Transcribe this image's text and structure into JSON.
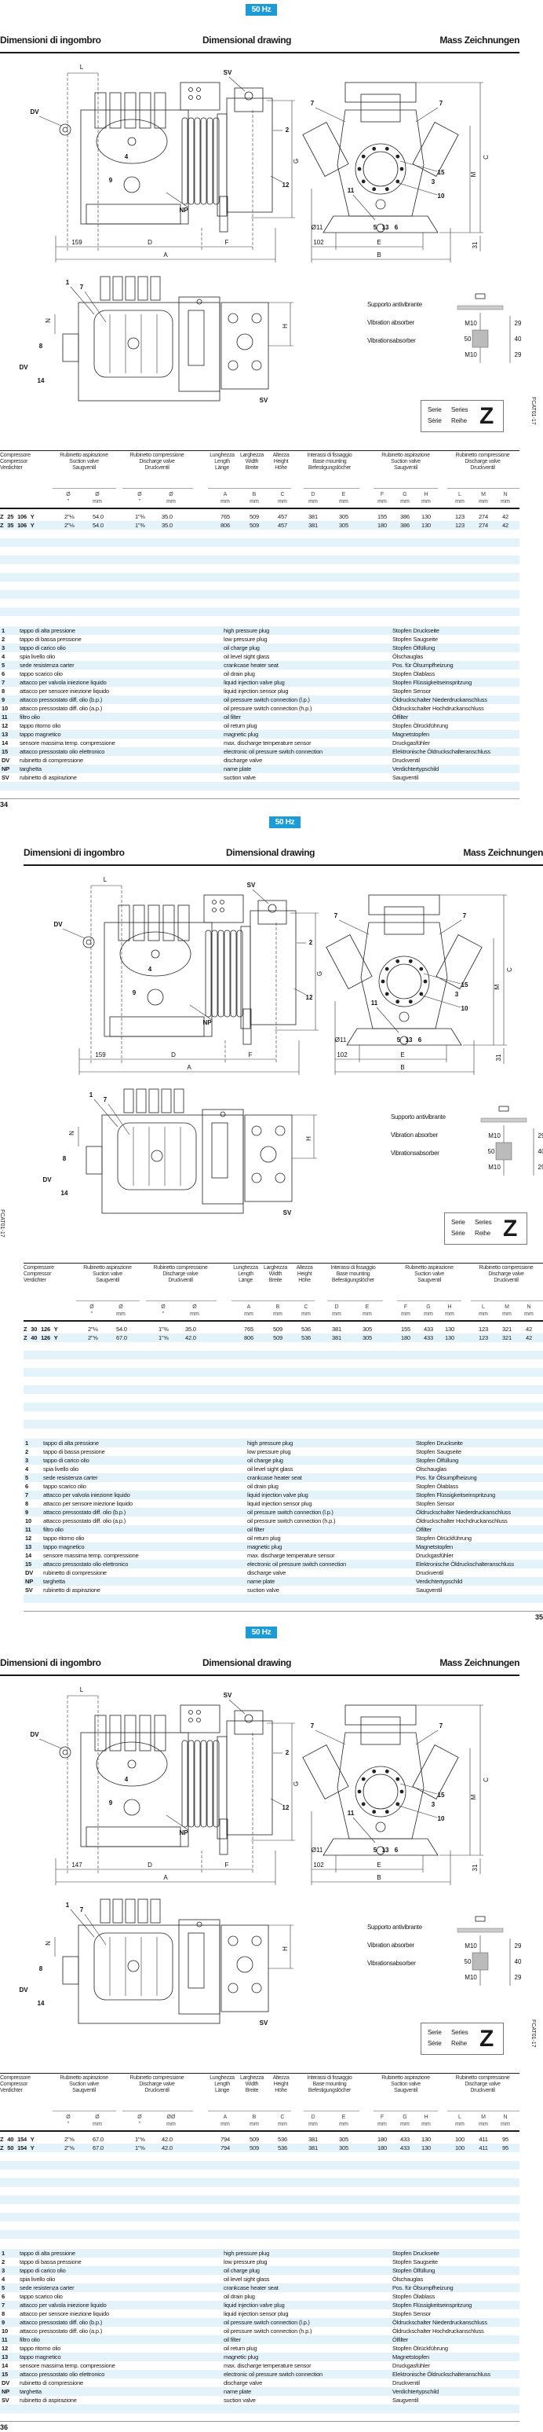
{
  "badge": "50 Hz",
  "header": {
    "it": "Dimensioni di ingombro",
    "en": "Dimensional drawing",
    "de": "Mass  Zeichnungen"
  },
  "drawing": {
    "side_labels": [
      "L",
      "SV",
      "DV",
      "2",
      "G",
      "4",
      "9",
      "12",
      "NP",
      "D",
      "F",
      "A"
    ],
    "front_labels": [
      "7",
      "7",
      "15",
      "3",
      "10",
      "11",
      "5",
      "13",
      "6",
      "C",
      "M",
      "Ø11",
      "102",
      "E",
      "B",
      "31"
    ],
    "top_labels": [
      "1",
      "7",
      "8",
      "14",
      "N",
      "H",
      "DV",
      "SV"
    ]
  },
  "absorber": {
    "it": "Supporto antivibrante",
    "en": "Vibration absorber",
    "de": "Vibrationsabsorber",
    "thread_top": "M10",
    "height": "50",
    "thread_bottom": "M10",
    "dim_top": "29",
    "dim_mid": "40",
    "dim_bottom": "29"
  },
  "series": {
    "it": "Serie",
    "en": "Series",
    "fr": "Série",
    "de": "Reihe",
    "letter": "Z"
  },
  "doc_code": "FCAT01-17",
  "table_header": {
    "groups": [
      [
        "Compressore",
        "Compressor",
        "Verdichter"
      ],
      [
        "Rubinetto aspirazione",
        "Suction valve",
        "Saugventil"
      ],
      [
        "Rubinetto compressione",
        "Discharge valve",
        "Druckventil"
      ],
      [
        "Lunghezza",
        "Length",
        "Länge"
      ],
      [
        "Larghezza",
        "Width",
        "Breite"
      ],
      [
        "Altezza",
        "Height",
        "Höhe"
      ],
      [
        "Interassi di fissaggio",
        "Base mounting",
        "Befestigungslöcher"
      ],
      [
        "Rubinetto aspirazione",
        "Suction valve",
        "Saugventil"
      ],
      [
        "Rubinetto compressione",
        "Discharge valve",
        "Druckventil"
      ]
    ],
    "symbols": [
      "Ø",
      "Ø",
      "Ø",
      "Ø",
      "A",
      "B",
      "C",
      "D",
      "E",
      "F",
      "G",
      "H",
      "L",
      "M",
      "N"
    ],
    "units": [
      "\"",
      "mm",
      "\"",
      "mm",
      "mm",
      "mm",
      "mm",
      "mm",
      "mm",
      "mm",
      "mm",
      "mm",
      "mm",
      "mm",
      "mm"
    ]
  },
  "legend": [
    {
      "key": "1",
      "it": "tappo di alta pressione",
      "en": "high pressure plug",
      "de": "Stopfen Druckseite"
    },
    {
      "key": "2",
      "it": "tappo di bassa pressione",
      "en": "low pressure plug",
      "de": "Stopfen Saugseite"
    },
    {
      "key": "3",
      "it": "tappo di carico olio",
      "en": "oil charge plug",
      "de": "Stopfen Ölfüllung"
    },
    {
      "key": "4",
      "it": "spia livello olio",
      "en": "oil level sight glass",
      "de": "Ölschauglas"
    },
    {
      "key": "5",
      "it": "sede resistenza carter",
      "en": "crankcase heater seat",
      "de": "Pos. für Ölsumpfheizung"
    },
    {
      "key": "6",
      "it": "tappo scarico olio",
      "en": "oil drain plug",
      "de": "Stopfen Ölablass"
    },
    {
      "key": "7",
      "it": "attacco per valvola iniezione liquido",
      "en": "liquid injection valve plug",
      "de": "Stopfen Flüssigkeitseinspritzung"
    },
    {
      "key": "8",
      "it": "attacco per sensore iniezione liquido",
      "en": "liquid injection sensor plug",
      "de": "Stopfen Sensor"
    },
    {
      "key": "9",
      "it": "attacco pressostato diff. olio (b.p.)",
      "en": "oil pressure switch connection (l.p.)",
      "de": "Öldruckschalter Niederdruckanschluss"
    },
    {
      "key": "10",
      "it": "attacco pressostato diff. olio (a.p.)",
      "en": "oil pressure switch connection (h.p.)",
      "de": "Öldruckschalter Hochdruckanschluss"
    },
    {
      "key": "11",
      "it": "filtro olio",
      "en": "oil filter",
      "de": "Ölfilter"
    },
    {
      "key": "12",
      "it": "tappo ritorno olio",
      "en": "oil return plug",
      "de": "Stopfen Ölrückführung"
    },
    {
      "key": "13",
      "it": "tappo magnetico",
      "en": "magnetic plug",
      "de": "Magnetstopfen"
    },
    {
      "key": "14",
      "it": "sensore massima temp. compressione",
      "en": "max. discharge temperature sensor",
      "de": "Druckgasfühler"
    },
    {
      "key": "15",
      "it": "attacco pressostato olio elettronico",
      "en": "electronic oil pressure switch connection",
      "de": "Elektronische Öldruckschalteranschluss"
    },
    {
      "key": "DV",
      "it": "rubinetto di compressione",
      "en": "discharge valve",
      "de": "Druckventil"
    },
    {
      "key": "NP",
      "it": "targhetta",
      "en": "name plate",
      "de": "Verdichtertypschild"
    },
    {
      "key": "SV",
      "it": "rubinetto di aspirazione",
      "en": "suction valve",
      "de": "Saugventil"
    }
  ],
  "pages": [
    {
      "page_number": "34",
      "offset_dim": "159",
      "discharge_mm_symbol": "Ø",
      "rows": [
        {
          "model": "Z  25  106  Y",
          "values": [
            "2\"⅛",
            "54.0",
            "1\"⅜",
            "35.0",
            "765",
            "509",
            "457",
            "381",
            "305",
            "155",
            "386",
            "130",
            "123",
            "274",
            "42"
          ]
        },
        {
          "model": "Z  35  106  Y",
          "values": [
            "2\"⅛",
            "54.0",
            "1\"⅜",
            "35.0",
            "806",
            "509",
            "457",
            "381",
            "305",
            "180",
            "386",
            "130",
            "123",
            "274",
            "42"
          ]
        }
      ]
    },
    {
      "page_number": "35",
      "offset_dim": "159",
      "discharge_mm_symbol": "Ø",
      "rows": [
        {
          "model": "Z  30  126  Y",
          "values": [
            "2\"⅛",
            "54.0",
            "1\"⅜",
            "35.0",
            "765",
            "509",
            "536",
            "381",
            "305",
            "155",
            "433",
            "130",
            "123",
            "321",
            "42"
          ]
        },
        {
          "model": "Z  40  126  Y",
          "values": [
            "2\"⅝",
            "67.0",
            "1\"⅝",
            "42.0",
            "806",
            "509",
            "536",
            "381",
            "305",
            "180",
            "433",
            "130",
            "123",
            "321",
            "42"
          ]
        }
      ]
    },
    {
      "page_number": "36",
      "offset_dim": "147",
      "discharge_mm_symbol": "ØØ",
      "rows": [
        {
          "model": "Z  40  154  Y",
          "values": [
            "2\"⅝",
            "67.0",
            "1\"⅝",
            "42.0",
            "794",
            "509",
            "536",
            "381",
            "305",
            "180",
            "433",
            "130",
            "100",
            "411",
            "95"
          ]
        },
        {
          "model": "Z  50  154  Y",
          "values": [
            "2\"⅝",
            "67.0",
            "1\"⅝",
            "42.0",
            "794",
            "509",
            "536",
            "381",
            "305",
            "180",
            "433",
            "130",
            "100",
            "411",
            "95"
          ]
        }
      ]
    }
  ]
}
